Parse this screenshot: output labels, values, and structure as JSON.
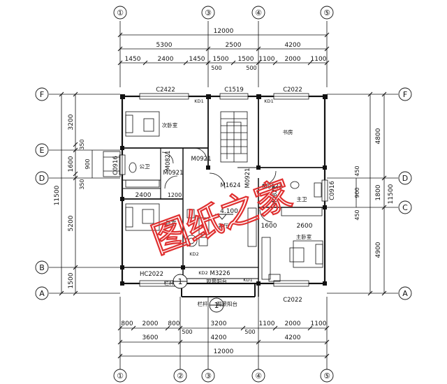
{
  "axes": {
    "top": [
      "①",
      "③",
      "④",
      "⑤"
    ],
    "bottom": [
      "①",
      "②",
      "③",
      "④",
      "⑤"
    ],
    "left": [
      "F",
      "E",
      "D",
      "B",
      "A"
    ],
    "right": [
      "F",
      "D",
      "C",
      "A"
    ]
  },
  "dims": {
    "top_total": "12000",
    "top_row2": [
      "5300",
      "2500",
      "4200"
    ],
    "top_row3": [
      "1450",
      "2400",
      "1450",
      "1500",
      "1500",
      "1100",
      "2000",
      "1100"
    ],
    "top_small": [
      "500",
      "500"
    ],
    "bottom_row1": [
      "800",
      "2000",
      "800",
      "3200",
      "1100",
      "2000",
      "1100"
    ],
    "bottom_row2": [
      "3600",
      "4200",
      "4200"
    ],
    "bottom_small": [
      "500",
      "500"
    ],
    "bottom_total": "12000",
    "left_outer": "11500",
    "left_inner": [
      "3200",
      "350",
      "1600",
      "350",
      "5200",
      "1500"
    ],
    "left_900": "900",
    "right_outer": "11500",
    "right_inner": [
      "4800",
      "1800",
      "4900"
    ],
    "right_small": [
      "450",
      "900",
      "450"
    ],
    "inner_2400": "2400",
    "inner_1600": "1600",
    "inner_2600": "2600",
    "inner_1200": "1200"
  },
  "openings": {
    "c2422": "C2422",
    "c1519": "C1519",
    "c2022_top": "C2022",
    "c0916_left": "C0916",
    "c0916_right": "C0916",
    "hc2022": "HC2022",
    "c2022_bottom": "C2022",
    "m0921_a": "M0921",
    "m0921_b": "M0921",
    "m0821_a": "M0821",
    "m0821_b": "M0821",
    "m0921_c": "M0921",
    "m1624": "M1624",
    "m3226": "M3226",
    "kd1_a": "KD1",
    "kd1_b": "KD1",
    "kd1_c": "KD1",
    "kd2_a": "KD2",
    "kd2_b": "KD2"
  },
  "rooms": {
    "bedroom2": "次卧室",
    "study": "书房",
    "bathroom": "公卫",
    "master_bath": "主卫",
    "bedroom3": "卧室",
    "living": "客厅",
    "master_bedroom": "主卧室",
    "balcony": "观景阳台",
    "balcony2": "观景阳台",
    "railing_a": "栏杆",
    "railing_b": "栏杆"
  },
  "level": "4.100",
  "section_mark": "1",
  "watermark": "图纸之家",
  "colors": {
    "line": "#111111",
    "watermark": "#e03030"
  }
}
